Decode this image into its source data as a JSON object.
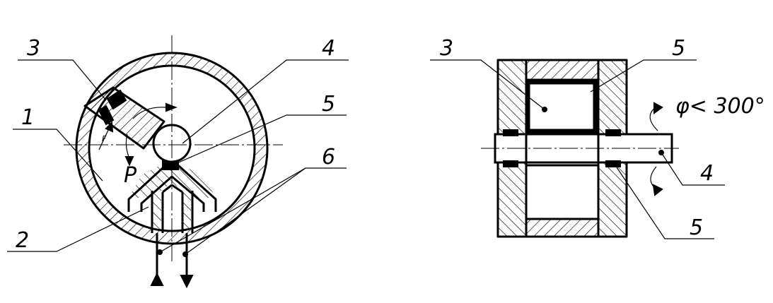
{
  "diagram": {
    "left_view": {
      "labels": {
        "l1": "1",
        "l2": "2",
        "l3": "3",
        "l4": "4",
        "l5": "5",
        "l6": "6",
        "force_F": "F",
        "pressure_P": "P"
      }
    },
    "right_view": {
      "labels": {
        "l3": "3",
        "l4": "4",
        "l5_top": "5",
        "l5_bottom": "5",
        "rotation": "φ< 300°"
      }
    }
  }
}
